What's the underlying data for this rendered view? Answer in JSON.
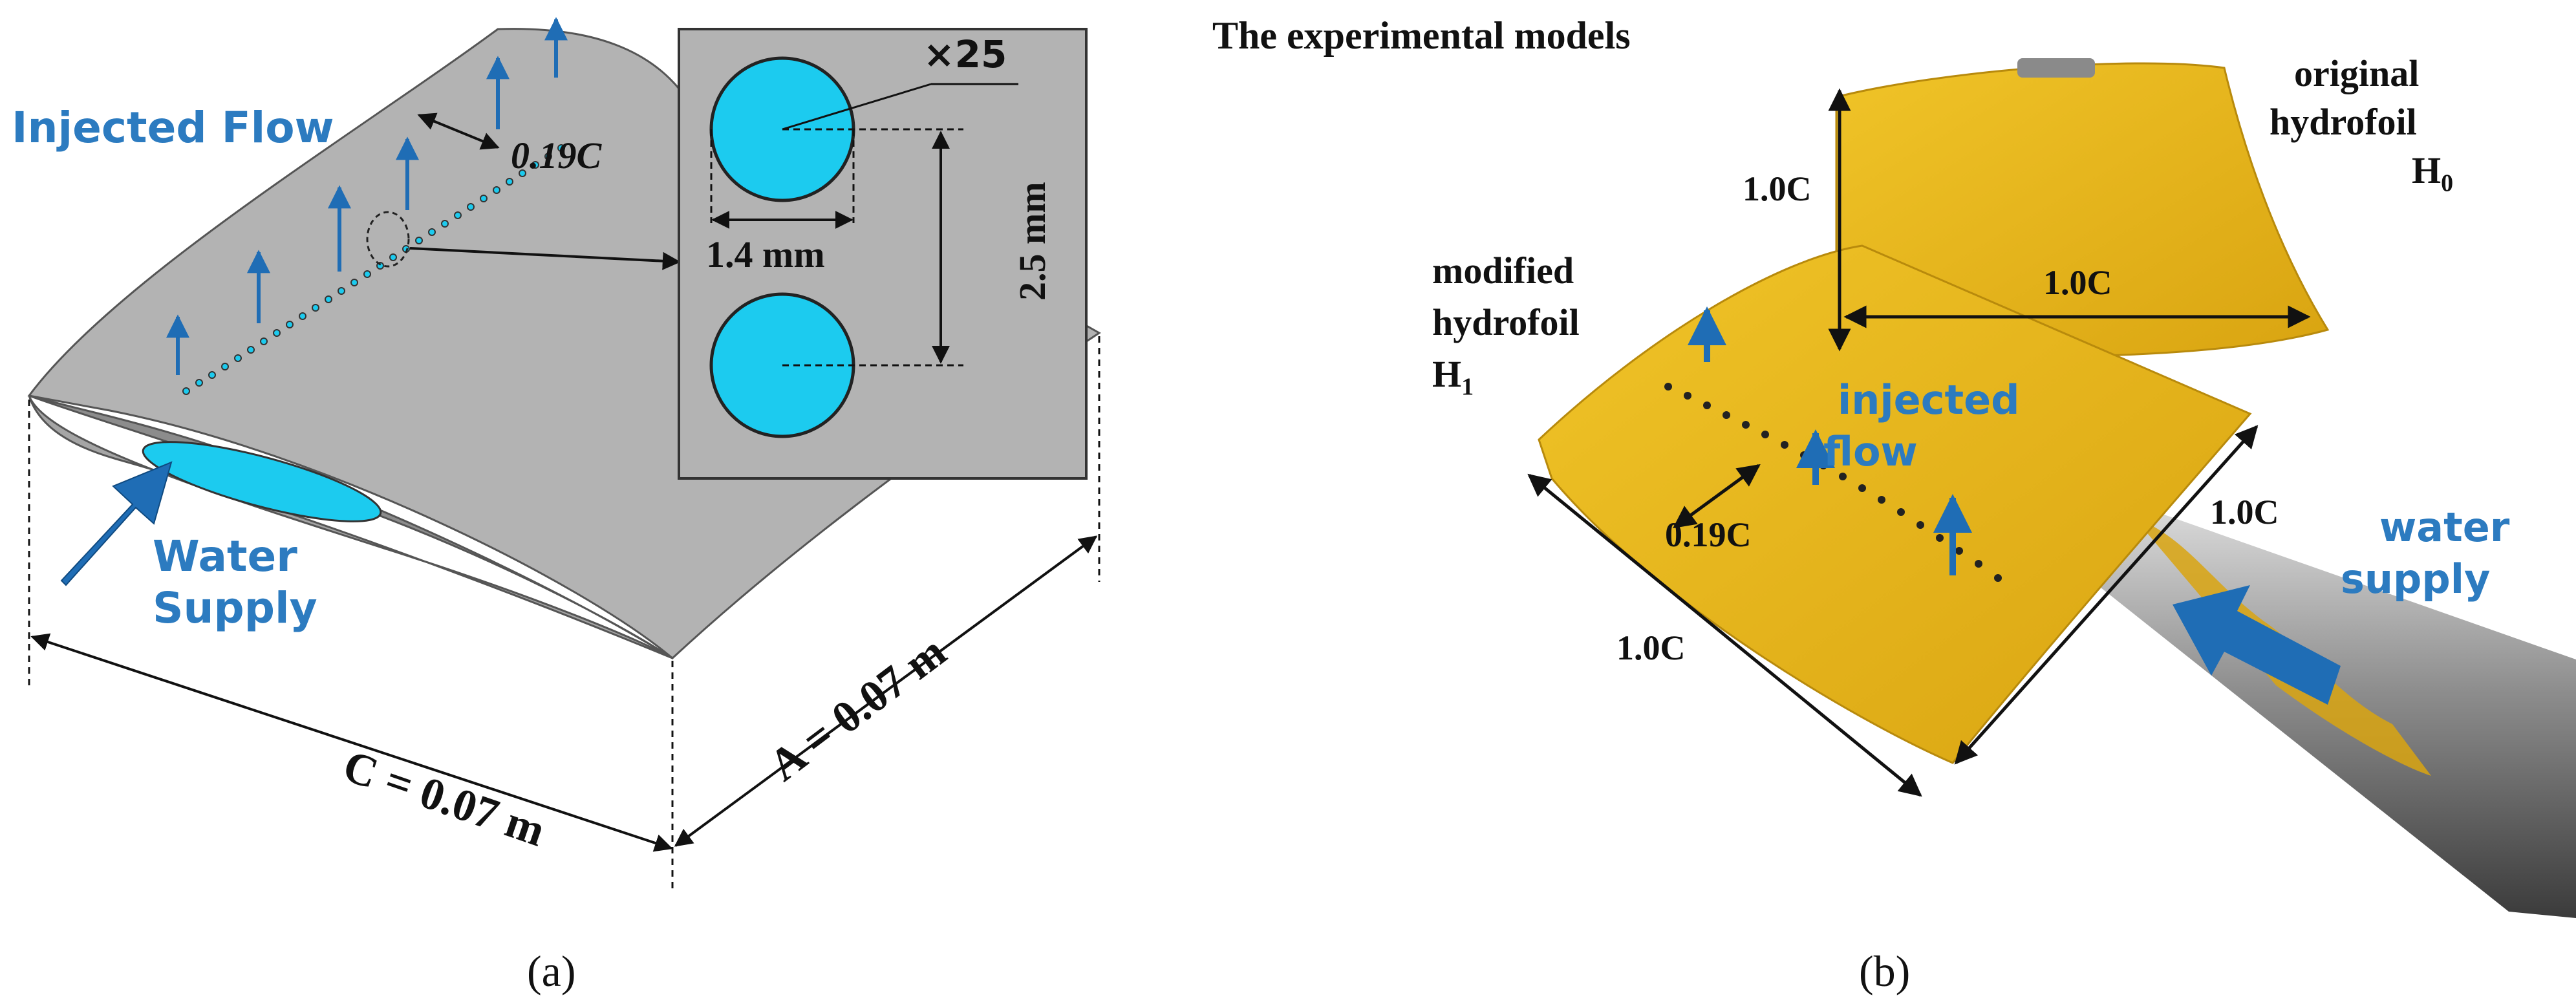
{
  "colors": {
    "hydrofoil_gray": "#B3B3B3",
    "port_cyan": "#1CCBEF",
    "arrow_blue": "#1F6DB5",
    "text_blue": "#2C7BC0",
    "yellow_model": "#E8B81C"
  },
  "panel_a": {
    "injected_flow": "Injected Flow",
    "water_supply_1": "Water",
    "water_supply_2": "Supply",
    "chord_label": "C = 0.07 m",
    "span_label": "A = 0.07 m",
    "position_label": "0.19C",
    "inset": {
      "count_label": "×25",
      "diameter_label": "1.4 mm",
      "spacing_label": "2.5 mm"
    },
    "caption": "(a)"
  },
  "panel_b": {
    "title": "The experimental models",
    "original_1": "original",
    "original_2": "hydrofoil",
    "original_3": "H",
    "original_sub": "0",
    "modified_1": "modified",
    "modified_2": "hydrofoil",
    "modified_3": "H",
    "modified_sub": "1",
    "injected_1": "injected",
    "injected_2": "flow",
    "water_1": "water",
    "water_2": "supply",
    "dim_vertical": "1.0C",
    "dim_h0_chord": "1.0C",
    "dim_position": "0.19C",
    "dim_h1_chord": "1.0C",
    "dim_h1_span": "1.0C",
    "caption": "(b)"
  }
}
